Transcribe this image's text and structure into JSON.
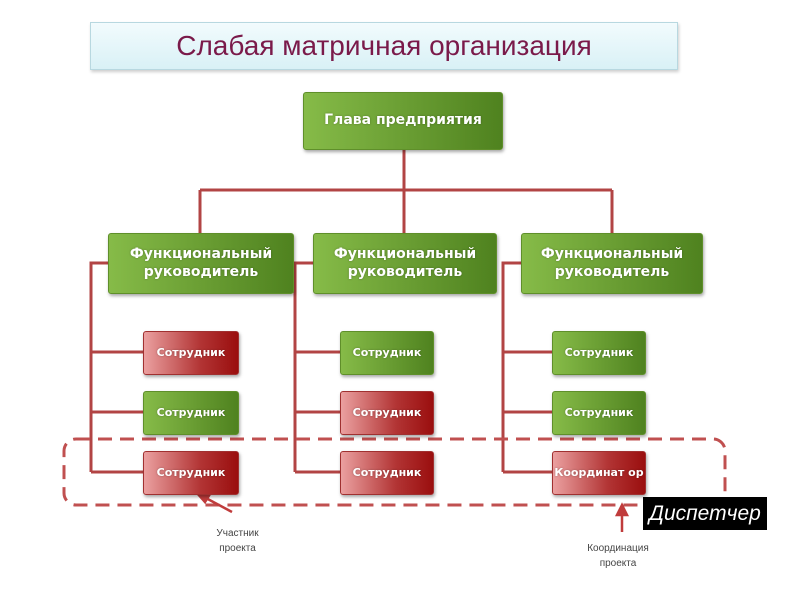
{
  "title": "Слабая матричная организация",
  "head": "Глава предприятия",
  "functional_managers": [
    {
      "label": "Функциональный руководитель"
    },
    {
      "label": "Функциональный руководитель"
    },
    {
      "label": "Функциональный руководитель"
    }
  ],
  "columns": [
    [
      {
        "label": "Сотрудник",
        "color": "red"
      },
      {
        "label": "Сотрудник",
        "color": "green"
      },
      {
        "label": "Сотрудник",
        "color": "red"
      }
    ],
    [
      {
        "label": "Сотрудник",
        "color": "green"
      },
      {
        "label": "Сотрудник",
        "color": "red"
      },
      {
        "label": "Сотрудник",
        "color": "red"
      }
    ],
    [
      {
        "label": "Сотрудник",
        "color": "green"
      },
      {
        "label": "Сотрудник",
        "color": "green"
      },
      {
        "label": "Координат ор",
        "color": "red"
      }
    ]
  ],
  "annotations": {
    "participant": "Участник проекта",
    "coordination": "Координация проекта",
    "dispatcher": "Диспетчер"
  },
  "colors": {
    "line": "#b24444",
    "green": "#6a9e33",
    "red": "#b23434"
  }
}
